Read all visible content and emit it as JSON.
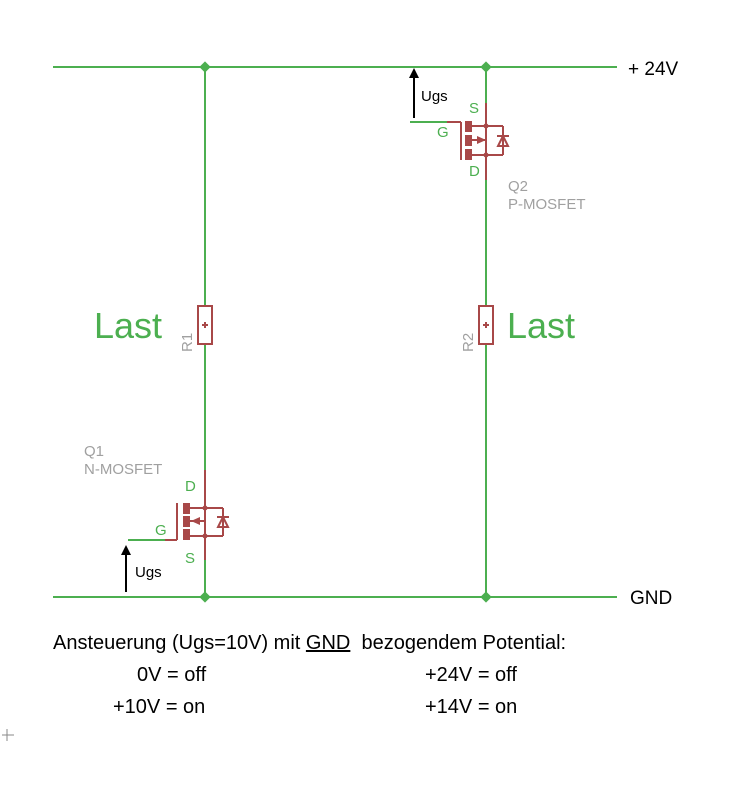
{
  "rails": {
    "top": "+ 24V",
    "bottom": "GND"
  },
  "load_label_left": "Last",
  "load_label_right": "Last",
  "r1": {
    "name": "R1"
  },
  "r2": {
    "name": "R2"
  },
  "q1": {
    "name": "Q1",
    "type": "N-MOSFET",
    "pins": {
      "d": "D",
      "g": "G",
      "s": "S"
    },
    "ugs": "Ugs"
  },
  "q2": {
    "name": "Q2",
    "type": "P-MOSFET",
    "pins": {
      "d": "D",
      "g": "G",
      "s": "S"
    },
    "ugs": "Ugs"
  },
  "notes": {
    "line1_pre": "Ansteuerung (Ugs=10V) mit ",
    "line1_gnd": "GND",
    "line1_post": "  bezogendem Potential:",
    "n_off": "0V = off",
    "n_on": "+10V = on",
    "p_off": "+24V = off",
    "p_on": "+14V = on"
  },
  "colors": {
    "wire": "#4caf50",
    "part": "#a84848",
    "label": "#a0a0a0"
  }
}
